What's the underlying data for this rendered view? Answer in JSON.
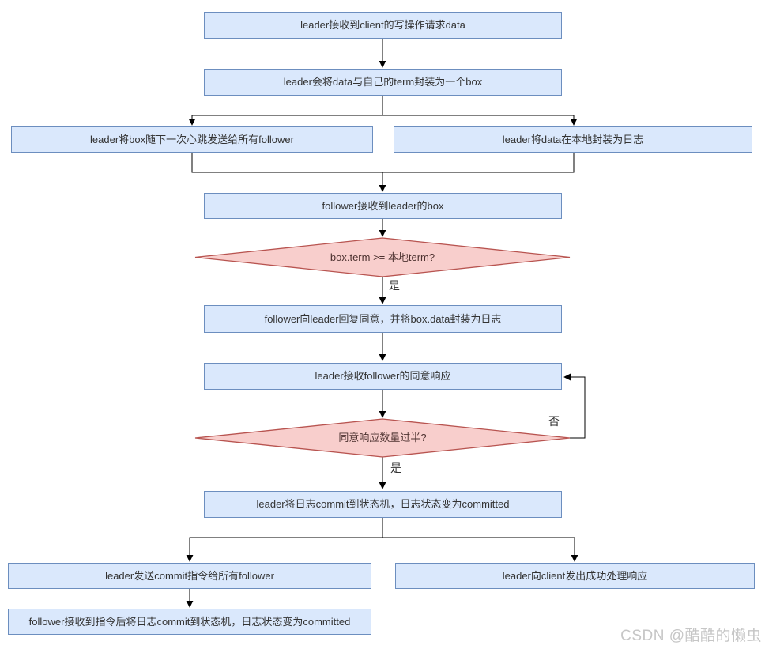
{
  "diagram": {
    "title_hint": "raft-log-replication-flowchart",
    "colors": {
      "process_fill": "#dae8fc",
      "process_border": "#6c8ebf",
      "decision_fill": "#f8cecc",
      "decision_border": "#b85450",
      "connector": "#000000",
      "text": "#333333",
      "watermark": "#c6c6c6"
    },
    "nodes": {
      "n1": {
        "label": "leader接收到client的写操作请求data"
      },
      "n2": {
        "label": "leader会将data与自己的term封装为一个box"
      },
      "n3a": {
        "label": "leader将box随下一次心跳发送给所有follower"
      },
      "n3b": {
        "label": "leader将data在本地封装为日志"
      },
      "n4": {
        "label": "follower接收到leader的box"
      },
      "d1": {
        "label": "box.term >= 本地term?"
      },
      "n5": {
        "label": "follower向leader回复同意，并将box.data封装为日志"
      },
      "n6": {
        "label": "leader接收follower的同意响应"
      },
      "d2": {
        "label": "同意响应数量过半?"
      },
      "n7": {
        "label": "leader将日志commit到状态机，日志状态变为committed"
      },
      "n8a": {
        "label": "leader发送commit指令给所有follower"
      },
      "n8b": {
        "label": "leader向client发出成功处理响应"
      },
      "n9": {
        "label": "follower接收到指令后将日志commit到状态机，日志状态变为committed"
      }
    },
    "edge_labels": {
      "yes1": "是",
      "yes2": "是",
      "no": "否"
    }
  },
  "watermark": {
    "text": "CSDN @酷酷的懒虫"
  }
}
